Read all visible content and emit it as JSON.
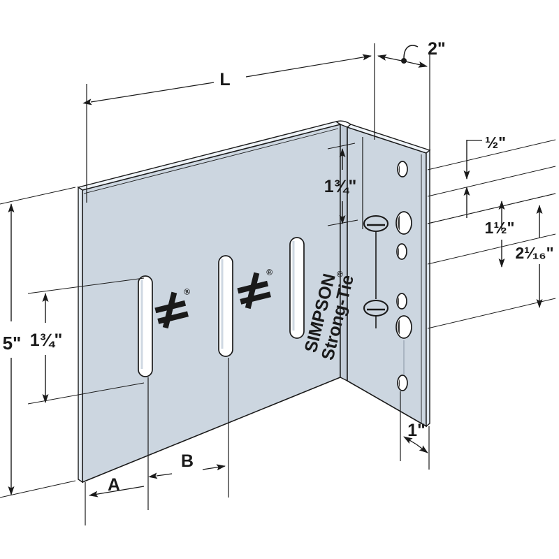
{
  "drawing": {
    "title": "Simpson Strong-Tie Connector Plate Isometric Dimension Drawing",
    "product_brand_line1": "SIMPSON",
    "product_brand_line2": "Strong-Tie",
    "registered_mark": "®",
    "logo_mark": "≠",
    "background_color": "#ffffff",
    "plate_face_color": "#ccd6e0",
    "plate_edge_color": "#b9c5d2",
    "plate_highlight_color": "#e8eef4",
    "line_color": "#1a1a1a"
  },
  "dimensions": {
    "overall_length": "L",
    "overall_height": "5\"",
    "top_offset": "2\"",
    "segment_a": "A",
    "segment_b": "B",
    "slot_height": "1¾\"",
    "top_hole_offset": "1¾\"",
    "hole_edge_offset": "½\"",
    "hole_spacing_mid": "1½\"",
    "hole_spacing_total": "2¹⁄₁₆\"",
    "flange_bottom_offset": "1\""
  },
  "labels": [
    {
      "id": "L",
      "text": "L",
      "role": "overall-length"
    },
    {
      "id": "TWO",
      "text": "2\"",
      "role": "top-right-offset"
    },
    {
      "id": "H5",
      "text": "5\"",
      "role": "overall-height"
    },
    {
      "id": "S1",
      "text": "1¾\"",
      "role": "slot-height"
    },
    {
      "id": "T1",
      "text": "1¾\"",
      "role": "top-hole-offset"
    },
    {
      "id": "HF",
      "text": "½\"",
      "role": "hole-edge-offset"
    },
    {
      "id": "H1",
      "text": "1½\"",
      "role": "hole-spacing-mid"
    },
    {
      "id": "H2",
      "text": "2¹⁄₁₆\"",
      "role": "hole-spacing-total"
    },
    {
      "id": "A",
      "text": "A",
      "role": "segment-a"
    },
    {
      "id": "B",
      "text": "B",
      "role": "segment-b"
    },
    {
      "id": "ONE",
      "text": "1\"",
      "role": "flange-bottom-offset"
    }
  ],
  "features": {
    "slot_count": 3,
    "flange_hole_count": 6,
    "emboss_count": 2,
    "logo_mark_count": 2,
    "flange_holes": [
      {
        "index": 1,
        "size": "small"
      },
      {
        "index": 2,
        "size": "large"
      },
      {
        "index": 3,
        "size": "small"
      },
      {
        "index": 4,
        "size": "small"
      },
      {
        "index": 5,
        "size": "large"
      },
      {
        "index": 6,
        "size": "small"
      }
    ]
  }
}
